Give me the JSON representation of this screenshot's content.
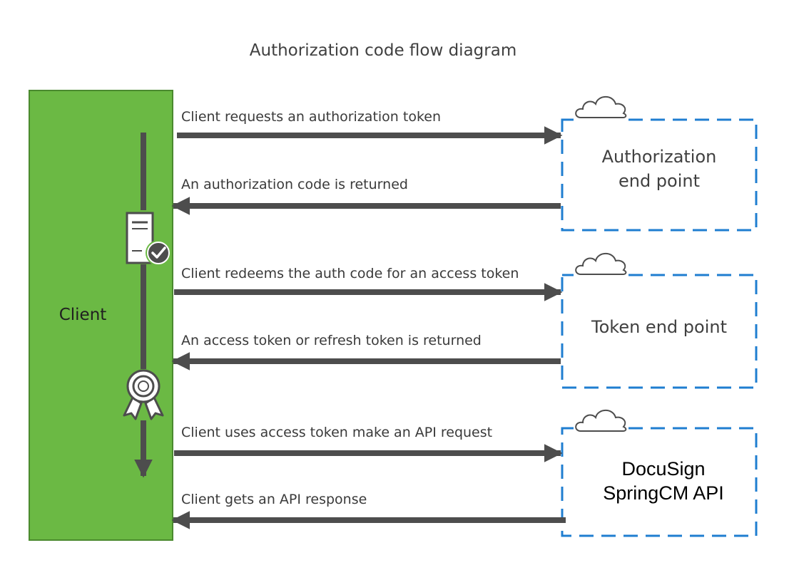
{
  "title": "Authorization code flow diagram",
  "colors": {
    "client_fill": "#6bb944",
    "client_border": "#4a8a2e",
    "arrow": "#4d4d4d",
    "endpoint_border": "#1f7ed0",
    "cloud_stroke": "#4d4d4d"
  },
  "client": {
    "label": "Client",
    "icons": [
      "server-check-icon",
      "award-ribbon-icon"
    ]
  },
  "endpoints": [
    {
      "lines": [
        "Authorization",
        "end point"
      ],
      "icon": "cloud-icon"
    },
    {
      "lines": [
        "Token end point"
      ],
      "icon": "cloud-icon"
    },
    {
      "lines": [
        "DocuSign",
        "SpringCM API"
      ],
      "icon": "cloud-icon"
    }
  ],
  "messages": [
    {
      "label": "Client requests an authorization token",
      "direction": "to-endpoint"
    },
    {
      "label": "An authorization code is returned",
      "direction": "to-client"
    },
    {
      "label": "Client redeems the auth code for an access token",
      "direction": "to-endpoint"
    },
    {
      "label": "An access token or refresh token is returned",
      "direction": "to-client"
    },
    {
      "label": "Client uses access token make an API request",
      "direction": "to-endpoint"
    },
    {
      "label": "Client gets an API response",
      "direction": "to-client"
    }
  ]
}
